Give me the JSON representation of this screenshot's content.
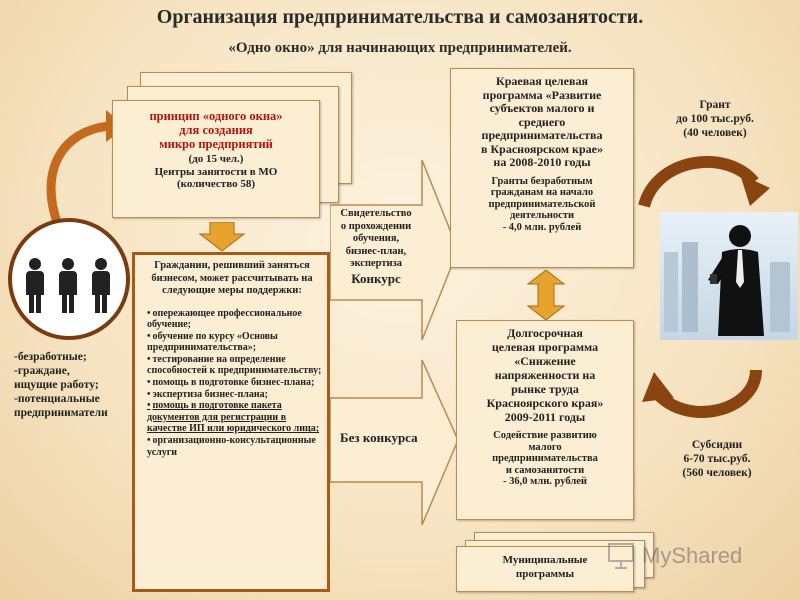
{
  "header": {
    "title": "Организация предпринимательства и самозанятости.",
    "subtitle": "«Одно окно» для начинающих предпринимателей."
  },
  "one_window": {
    "line1": "принцип «одного окна»",
    "line2": "для создания",
    "line3": "микро предприятий",
    "line4": "(до 15 чел.)",
    "line5": "Центры занятости в МО",
    "line6": "(количество 58)"
  },
  "target_groups": {
    "line1": "-безработные;",
    "line2": "-граждане,",
    "line3": "ищущие работу;",
    "line4": "-потенциальные",
    "line5": "предприниматели"
  },
  "support": {
    "heading": "Гражданин, решивший заняться бизнесом, может рассчитывать на следующие меры поддержки:",
    "items": [
      "опережающее профессиональное обучение;",
      "обучение по курсу «Основы предпринимательства»;",
      "тестирование на определение способностей к предпринимательству;",
      "помощь в подготовке бизнес-плана;",
      "экспертиза бизнес-плана;",
      "помощь в подготовке пакета документов для регистрации в качестве ИП или юридического лица;",
      "организационно-консультационные услуги"
    ]
  },
  "arrow_upper": {
    "line1": "Свидетельство",
    "line2": "о прохождении",
    "line3": "обучения,",
    "line4": "бизнес-план,",
    "line5": "экспертиза",
    "emph": "Конкурс"
  },
  "arrow_lower": {
    "text": "Без конкурса"
  },
  "regional_program": {
    "line1": "Краевая целевая",
    "line2": "программа «Развитие",
    "line3": "субъектов малого и",
    "line4": "среднего",
    "line5": "предпринимательства",
    "line6": "в Красноярском крае»",
    "line7": "на 2008-2010 годы",
    "grant_line1": "Гранты безработным",
    "grant_line2": "гражданам на начало",
    "grant_line3": "предпринимательской",
    "grant_line4": "деятельности",
    "grant_line5": "- 4,0 млн. рублей"
  },
  "long_program": {
    "line1": "Долгосрочная",
    "line2": "целевая программа",
    "line3": "«Снижение",
    "line4": "напряженности на",
    "line5": "рынке труда",
    "line6": "Красноярского края»",
    "line7": "2009-2011 годы",
    "assist_line1": "Содействие развитию",
    "assist_line2": "малого",
    "assist_line3": "предпринимательства",
    "assist_line4": "и самозанятости",
    "assist_line5": "- 36,0 млн. рублей"
  },
  "grant": {
    "line1": "Грант",
    "line2": "до 100 тыс.руб.",
    "line3": "(40 человек)"
  },
  "subsidy": {
    "line1": "Субсидии",
    "line2": "6-70 тыс.руб.",
    "line3": "(560 человек)"
  },
  "municipal": {
    "line1": "Муниципальные",
    "line2": "программы"
  },
  "watermark": {
    "text": "MyShared"
  },
  "colors": {
    "accent_arrow": "#e8a22e",
    "dark_arrow": "#8a4410",
    "red_text": "#b0170f"
  }
}
